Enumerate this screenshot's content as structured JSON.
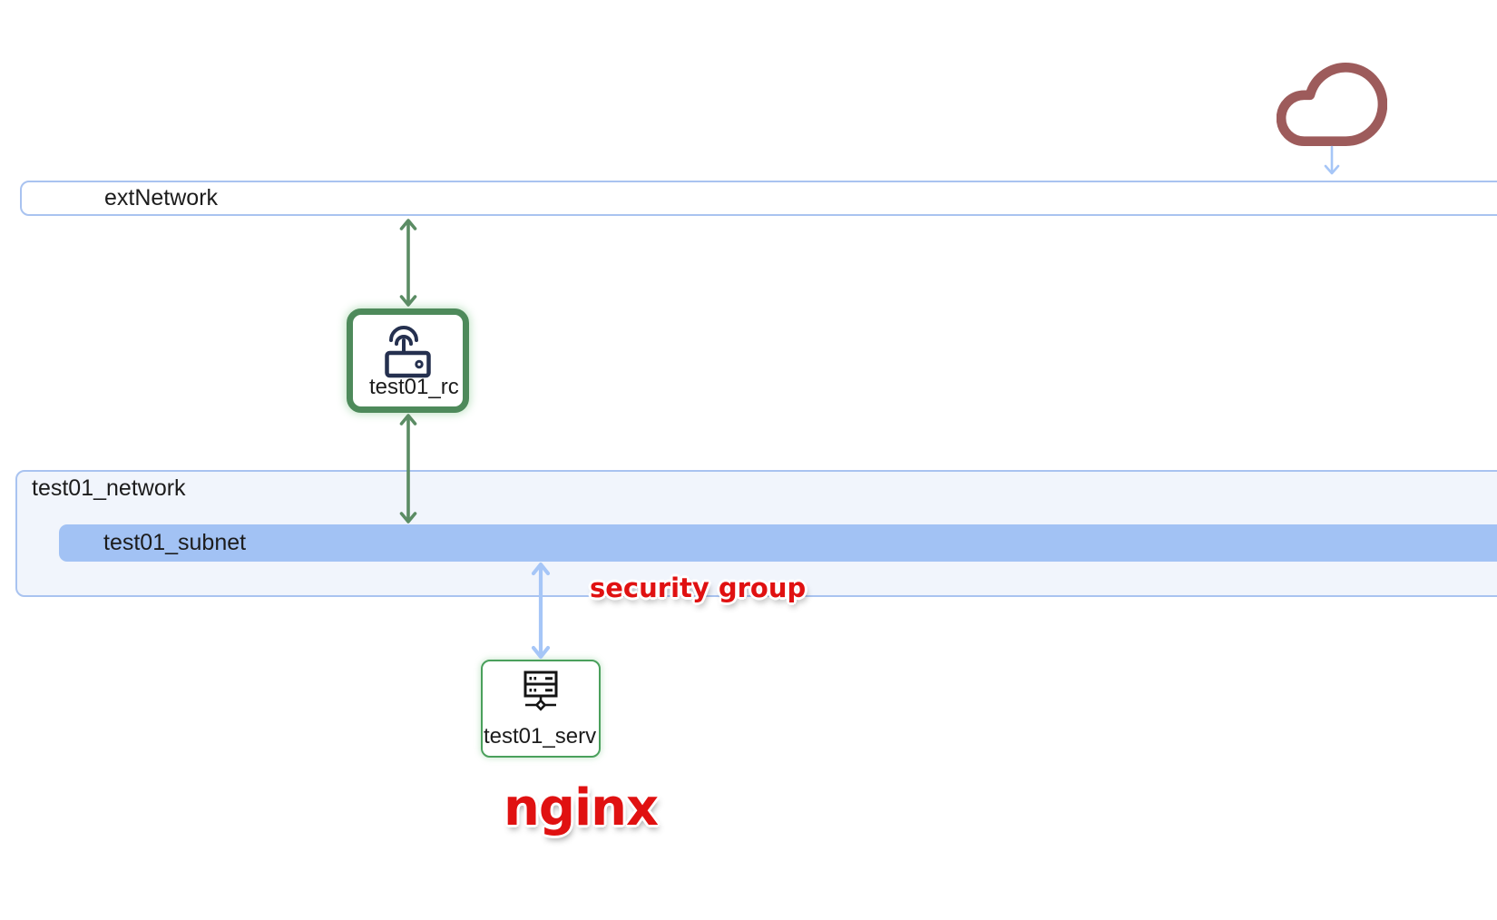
{
  "diagram": {
    "external": {
      "cloud_icon": "cloud-icon",
      "label": "extNetwork"
    },
    "router": {
      "label": "test01_rc",
      "icon": "wifi-router-icon"
    },
    "network": {
      "label": "test01_network"
    },
    "subnet": {
      "label": "test01_subnet"
    },
    "server": {
      "label": "test01_serv",
      "icon": "server-icon"
    },
    "annotations": {
      "security_group": "security group",
      "server_app": "nginx"
    },
    "colors": {
      "cloud_brown": "#9d5b5b",
      "network_border_blue": "#a9c3f0",
      "network_fill": "#f1f5fc",
      "subnet_fill": "#a2c2f4",
      "arrow_blue": "#a6c6f7",
      "arrow_green": "#5b8c64",
      "router_border_green": "#4e8a5b",
      "server_border_green": "#4aa05c",
      "icon_navy": "#25304f",
      "icon_black": "#141414",
      "annotation_red": "#e01111"
    }
  }
}
